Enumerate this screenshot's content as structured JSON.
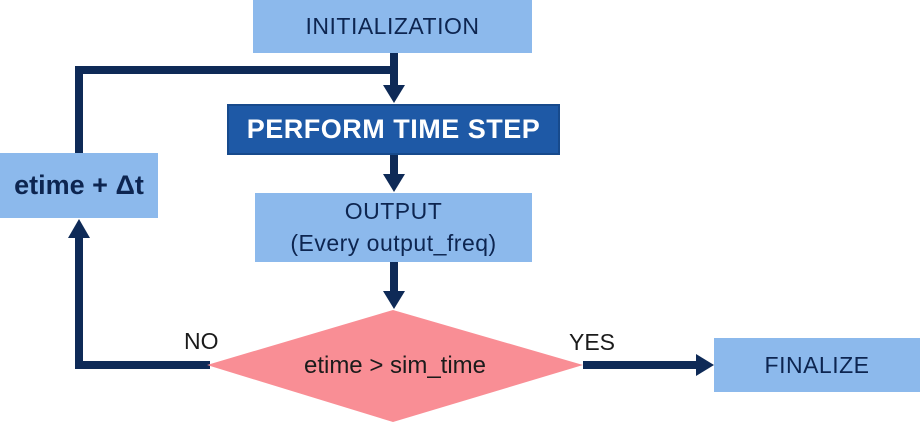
{
  "colors": {
    "light_blue": "#8CB9EC",
    "dark_blue": "#1E59A6",
    "dark_blue_border": "#174A8C",
    "navy": "#0E2A57",
    "pink": "#F98E95",
    "box_text": "#0D2550",
    "perform_text": "#FFFFFF",
    "label_text": "#1B1B1B"
  },
  "nodes": {
    "initialization": {
      "label": "INITIALIZATION"
    },
    "perform_time_step": {
      "label": "PERFORM TIME STEP"
    },
    "output": {
      "label": "OUTPUT",
      "sublabel": "(Every output_freq)"
    },
    "etime_increment": {
      "label": "etime + Δt"
    },
    "decision": {
      "label": "etime > sim_time"
    },
    "finalize": {
      "label": "FINALIZE"
    }
  },
  "edges": {
    "no_label": "NO",
    "yes_label": "YES"
  }
}
